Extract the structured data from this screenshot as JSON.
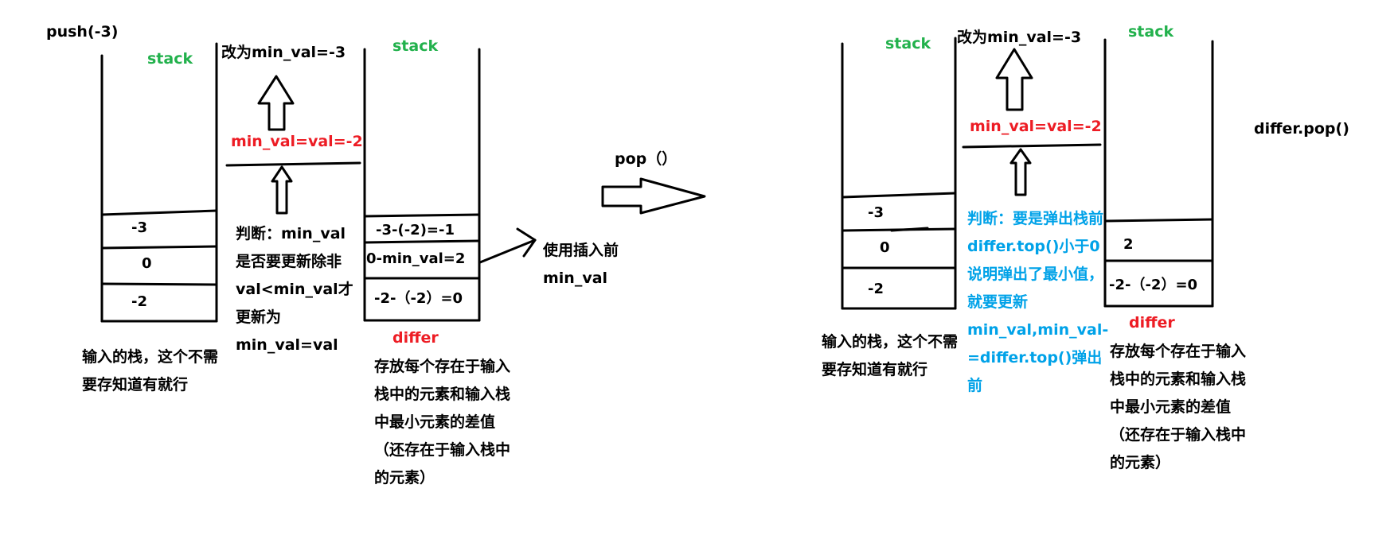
{
  "colors": {
    "stroke": "#000000",
    "green": "#22b14c",
    "red": "#ed1c24",
    "blue": "#00a2e8"
  },
  "left": {
    "push_label": "push(-3)",
    "stack1_title": "stack",
    "stack1_cells": [
      "-3",
      "0",
      "-2"
    ],
    "stack1_caption": "输入的栈，这个不需要存知道有就行",
    "change_label": "改为min_val=-3",
    "minval_label": "min_val=val=-2",
    "judge_text": "判断：min_val是否要更新除非val<min_val才更新为min_val=val",
    "stack2_title": "stack",
    "stack2_cells": [
      "-3-(-2)=-1",
      "0-min_val=2",
      "-2-（-2）=0"
    ],
    "differ_label": "differ",
    "differ_caption": "存放每个存在于输入栈中的元素和输入栈中最小元素的差值（还存在于输入栈中的元素）",
    "use_before_text": "使用插入前min_val"
  },
  "middle": {
    "pop_label": "pop（）"
  },
  "right": {
    "stack1_title": "stack",
    "stack1_cells": [
      "-3",
      "0",
      "-2"
    ],
    "stack1_caption": "输入的栈，这个不需要存知道有就行",
    "change_label": "改为min_val=-3",
    "minval_label": "min_val=val=-2",
    "judge_text": "判断：要是弹出栈前differ.top()小于0说明弹出了最小值，就要更新min_val,min_val-=differ.top()弹出前",
    "stack2_title": "stack",
    "stack2_cells": [
      "2",
      "-2-（-2）=0"
    ],
    "differ_label": "differ",
    "differ_caption": "存放每个存在于输入栈中的元素和输入栈中最小元素的差值（还存在于输入栈中的元素）",
    "pop_call": "differ.pop()"
  }
}
